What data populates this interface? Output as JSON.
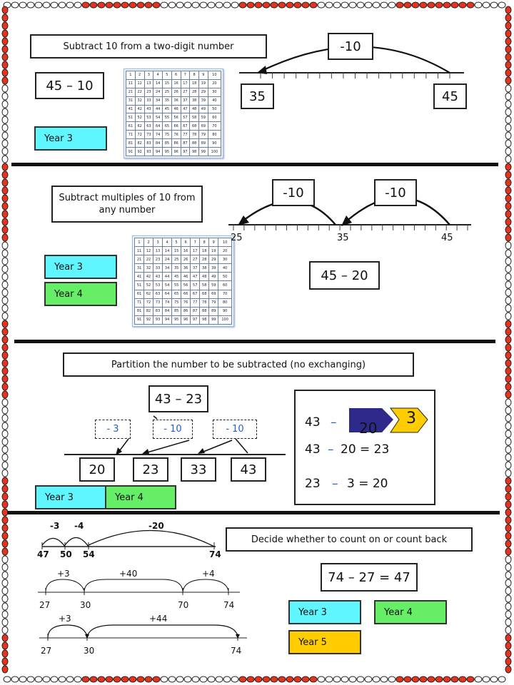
{
  "section1": {
    "title": "Subtract 10 from a two-digit number",
    "expression": "45 – 10",
    "jump_label": "-10",
    "start": "35",
    "end": "45",
    "year_tag": "Year 3"
  },
  "section2": {
    "title": "Subtract multiples of 10 from any number",
    "jump1_label": "-10",
    "jump2_label": "-10",
    "ticks": [
      "25",
      "35",
      "45"
    ],
    "expression": "45 – 20",
    "year_tags": [
      "Year 3",
      "Year 4"
    ]
  },
  "section3": {
    "title": "Partition the number to be subtracted (no exchanging)",
    "expression": "43 – 23",
    "steps": [
      "- 3",
      "- 10",
      "- 10"
    ],
    "numbers": [
      "20",
      "23",
      "33",
      "43"
    ],
    "year_tags": [
      "Year 3",
      "Year 4"
    ],
    "partition": {
      "lead": "43",
      "minus": "–",
      "part_tens": "20",
      "part_ones": "3",
      "line1_a": "43",
      "line1_b": "20 = 23",
      "line2_a": "23",
      "line2_b": "3  = 20"
    }
  },
  "section4": {
    "title": "Decide whether to count on or count back",
    "expression": "74 – 27 = 47",
    "line1": {
      "jumps": [
        "-3",
        "-4",
        "-20"
      ],
      "numbers": [
        "47",
        "50",
        "54",
        "74"
      ]
    },
    "line2": {
      "jumps": [
        "+3",
        "+40",
        "+4"
      ],
      "numbers": [
        "27",
        "30",
        "70",
        "74"
      ]
    },
    "line3": {
      "jumps": [
        "+3",
        "+44"
      ],
      "numbers": [
        "27",
        "30",
        "74"
      ]
    },
    "year_tags": [
      "Year 3",
      "Year 4",
      "Year 5"
    ]
  },
  "colors": {
    "cyan": "#5ff6ff",
    "green": "#66ee66",
    "yellow": "#ffcc00",
    "navy": "#2e2a8c",
    "bead_red": "#e8321e"
  }
}
